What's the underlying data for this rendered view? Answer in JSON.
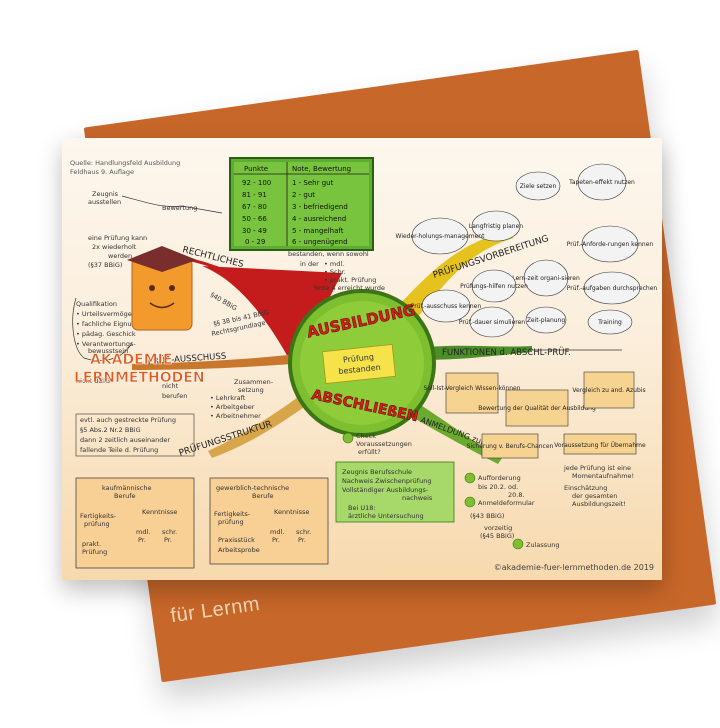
{
  "book": {
    "cover_text": "für Lernm"
  },
  "poster": {
    "source_line1": "Quelle: Handlungsfeld Ausbildung",
    "source_line2": "Feldhaus 9. Auflage",
    "copyright": "©akademie-fuer-lernmethoden.de 2019",
    "logo_line1": "AKADEMIE",
    "logo_line2": "LERNMETHODEN",
    "center_top": "AUSBILDUNG",
    "center_bottom": "ABSCHLIEßEN",
    "center_note_line1": "Prüfung",
    "center_note_line2": "bestanden",
    "branches": {
      "rechtliches": "RECHTLICHES",
      "vorbereitung": "PRÜFUNGSVORBEREITUNG",
      "funktionen": "FUNKTIONEN d. ABSCHL-PRÜF.",
      "anmeldung": "ANMELDUNG zur PRÜF.",
      "struktur": "PRÜFUNGSSTRUKTUR",
      "ausschuss": "PRÜF.-AUSSCHUSS"
    },
    "grade_table": {
      "headers": [
        "Punkte",
        "Note, Bewertung"
      ],
      "rows": [
        [
          "92 - 100",
          "1 - Sehr gut"
        ],
        [
          "81 - 91",
          "2 - gut"
        ],
        [
          "67 - 80",
          "3 - befriedigend"
        ],
        [
          "50 - 66",
          "4 - ausreichend"
        ],
        [
          "30 - 49",
          "5 - mangelhaft"
        ],
        [
          "0 - 29",
          "6 - ungenügend"
        ]
      ]
    },
    "rechtliches_notes": {
      "zeugnis": "Zeugnis",
      "ausstellen": "ausstellen",
      "bewertung": "Bewertung",
      "pruefung_kann": "eine Prüfung kann",
      "wiederholt": "2x wiederholt",
      "werden": "werden",
      "bbig": "(§37 BBiG)",
      "bestanden_wenn": "bestanden, wenn sowohl",
      "in_der": "in der",
      "muendl": "• mdl.",
      "schr": "• Schr.",
      "prakt": "• prakt. Prüfung",
      "note4": "Note 4 erreicht wurde",
      "qualifikation": "Qualifikation",
      "urteil": "• Urteilsvermögen",
      "fachlich": "• fachliche Eignung",
      "paedag": "• pädag. Geschick",
      "verantwortung": "• Verantwortungs-",
      "bewusstsein": "bewusstsein",
      "nicht_bbig": "nicht BBiG",
      "paragraph40": "§40 BBiG",
      "paragraph38": "§§ 38 bis 41 BBiG",
      "rechtsgrundlage": "Rechtsgrundlage"
    },
    "ausschuss_notes": {
      "zusammen": "Zusammen-",
      "setzung": "setzung",
      "lehrkraft": "• Lehrkraft",
      "arbeitgeber": "• Arbeitgeber",
      "arbeitnehmer": "• Arbeitnehmer",
      "nicht": "nicht",
      "berufen": "berufen"
    },
    "struktur_notes": {
      "gestreckt1": "evtl. auch gestreckte Prüfung",
      "gestreckt2": "§5 Abs.2 Nr.2 BBiG",
      "gestreckt3": "dann 2 zeitlich auseinander",
      "gestreckt4": "fallende Teile d. Prüfung",
      "kaufm": "kaufmännische",
      "berufe": "Berufe",
      "fertigkeits": "Fertigkeits-",
      "pruefung": "prüfung",
      "kenntnisse": "Kenntnisse",
      "mdl": "mdl.",
      "pr": "Pr.",
      "schr": "schr.",
      "prakt": "prakt.",
      "pruefung2": "Prüfung",
      "gewerbl": "gewerblich-technische",
      "berufe2": "Berufe",
      "praxisstueck": "Praxisstück",
      "arbeitsprobe": "Arbeitsprobe"
    },
    "vorbereitung_clouds": [
      "Ziele setzen",
      "Tapeten-effekt nutzen",
      "Langfristig planen",
      "Wieder-holungs-management",
      "Prüf.-Anforde-rungen kennen",
      "Lern-zeit organi-sieren",
      "Prüfungs-hilfen nutzen",
      "Prüf.-ausschuss kennen",
      "Prüf.-dauer simulieren",
      "Zeit-planung",
      "Prüf.-aufgaben durchsprechen",
      "Training"
    ],
    "funktionen_boxes": [
      "Soll-Ist-Vergleich Wissen-können",
      "Bewertung der Qualität der Ausbildung",
      "Vergleich zu and. Azubis",
      "Sicherung v. Berufs-Chancen",
      "Voraussetzung für Übernahme"
    ],
    "anmeldung_notes": {
      "check": "Check",
      "voraussetzungen": "Voraussetzungen",
      "erfuellt": "erfüllt?",
      "zeugnis": "Zeugnis Berufsschule",
      "nachweis": "Nachweis Zwischenprüfung",
      "ausbildungsnachweis": "Vollständiger Ausbildungs-",
      "nachweis2": "nachweis",
      "bei_u18": "Bei U18:",
      "untersuchung": "ärztliche Untersuchung",
      "aufforderung": "Aufforderung",
      "bis": "bis 20.2. od.",
      "datum": "20.8.",
      "anmeldeformular": "Anmeldeformular",
      "zulassung": "Zulassung",
      "vorzeitig": "vorzeitig",
      "bbig45": "(§45 BBiG)",
      "bbig43": "(§43 BBiG)",
      "jede_pruefung": "jede Prüfung ist eine",
      "momentaufnahme": "Momentaufnahme!",
      "einschaetzung": "Einschätzung",
      "gesamten": "der gesamten",
      "ausbildungszeit": "Ausbildungszeit!"
    }
  }
}
